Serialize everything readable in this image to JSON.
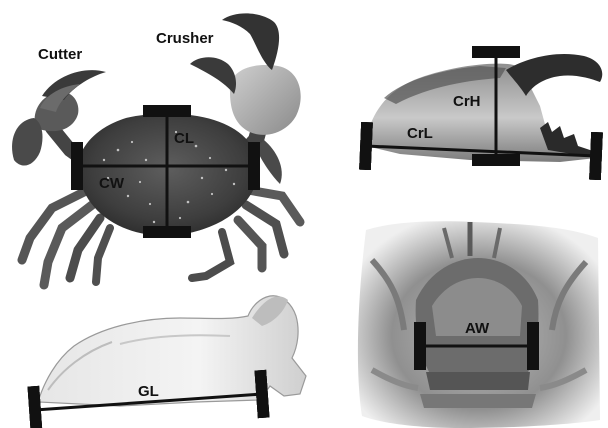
{
  "labels": {
    "cutter": "Cutter",
    "crusher": "Crusher",
    "cl": "CL",
    "cw": "CW",
    "crh": "CrH",
    "crl": "CrL",
    "gl": "GL",
    "aw": "AW"
  },
  "colors": {
    "ink": "#111111",
    "crab_dark": "#3c3c3c",
    "crab_mid": "#6a6a6a",
    "crab_light": "#bdbdbd",
    "claw_tip": "#2a2a2a",
    "gastrolith": "#d6d6d6",
    "abdomen": "#9a9a9a"
  }
}
